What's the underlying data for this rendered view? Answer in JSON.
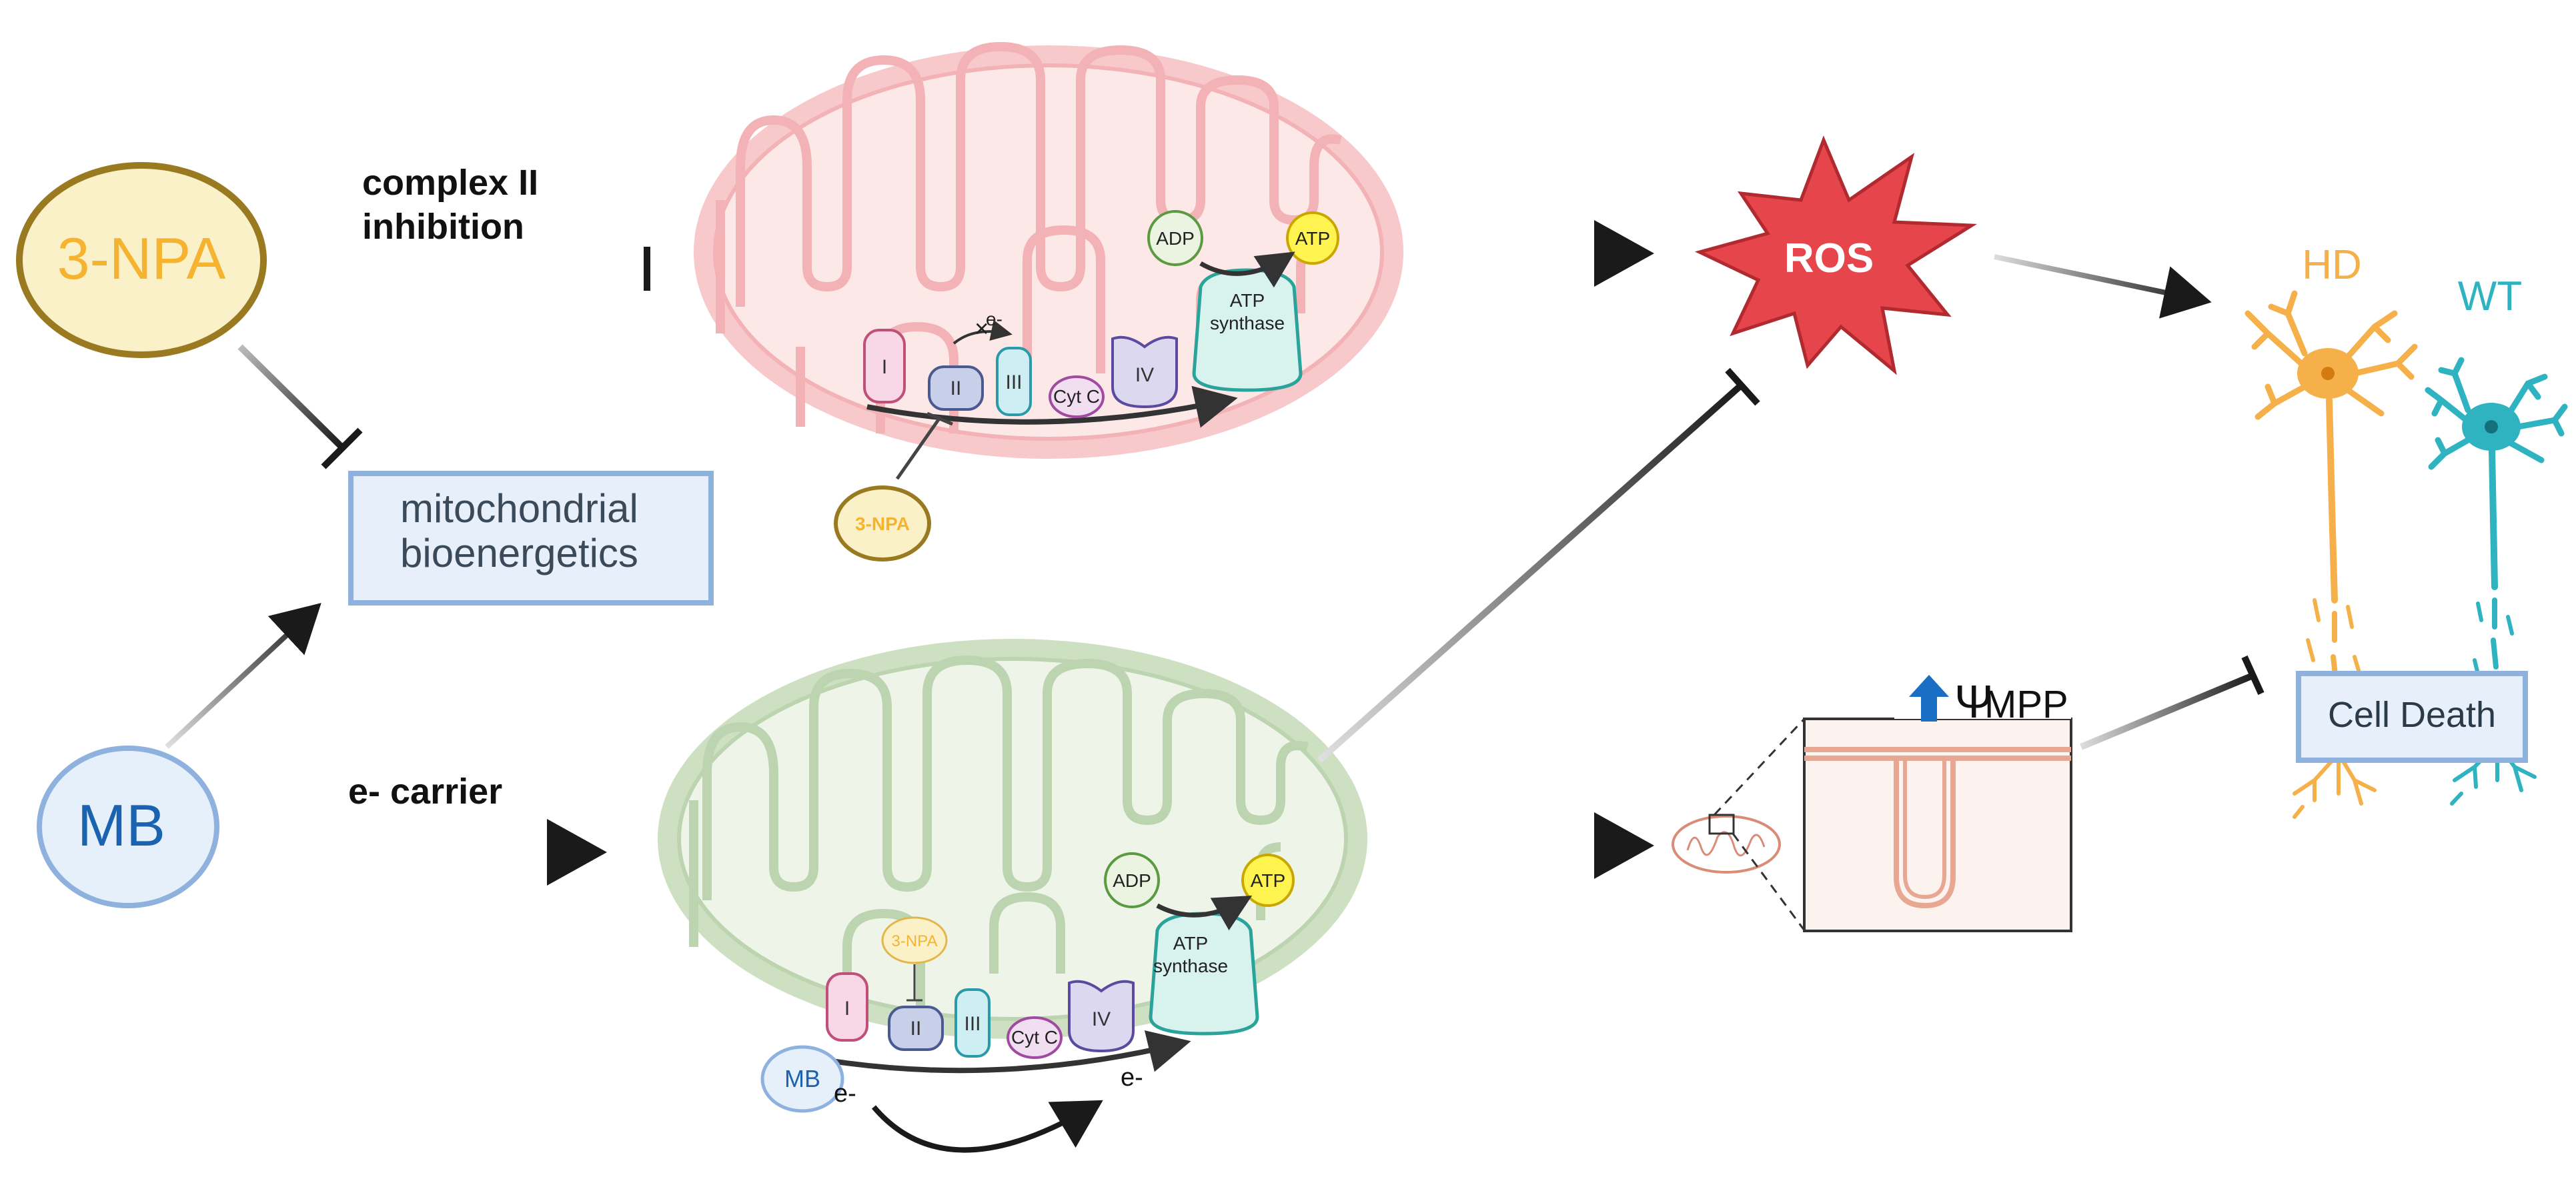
{
  "left": {
    "npa_label": "3-NPA",
    "mb_label": "MB",
    "box_line1": "mitochondrial",
    "box_line2": "bioenergetics",
    "complex_line1": "complex II",
    "complex_line2": "inhibition",
    "carrier_label": "e- carrier"
  },
  "top_mito": {
    "complexes": [
      "I",
      "II",
      "III",
      "Cyt C",
      "IV"
    ],
    "adp": "ADP",
    "atp": "ATP",
    "synthase_line1": "ATP",
    "synthase_line2": "synthase",
    "electron": "e-",
    "npa_small": "3-NPA"
  },
  "bottom_mito": {
    "complexes": [
      "I",
      "II",
      "III",
      "Cyt C",
      "IV"
    ],
    "adp": "ADP",
    "atp": "ATP",
    "synthase_line1": "ATP",
    "synthase_line2": "synthase",
    "npa_small": "3-NPA",
    "mb_small": "MB",
    "electron1": "e-",
    "electron2": "e-"
  },
  "right": {
    "ros": "ROS",
    "hd": "HD",
    "wt": "WT",
    "cell_death": "Cell Death",
    "mpp_symbol": "Ψ",
    "mpp_text": "MPP"
  },
  "colors": {
    "npa_fill": "#fbf1c8",
    "npa_stroke": "#9a7a20",
    "npa_text": "#f5b330",
    "mb_fill": "#e6f0fb",
    "mb_stroke": "#8fb1de",
    "mb_text": "#1a63b0",
    "box_fill": "#e7f0fa",
    "box_stroke": "#8fb1de",
    "mito_red_outer": "#f6c6c8",
    "mito_red_inner": "#fde8e8",
    "mito_green_outer": "#c9dcc0",
    "mito_green_inner": "#eaf2e4",
    "ros_fill": "#e5454b",
    "hd_color": "#f5b04a",
    "wt_color": "#2fb3c0"
  }
}
